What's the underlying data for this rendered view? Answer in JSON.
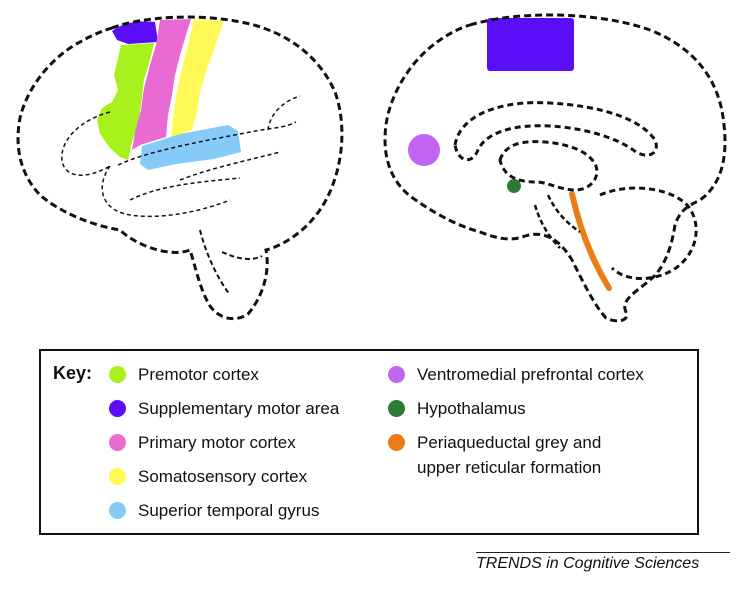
{
  "colors": {
    "premotor": "#a9f11c",
    "supplementary": "#5a0ef7",
    "primary_motor": "#e96ad3",
    "somatosensory": "#fff955",
    "superior_temporal": "#86cbf8",
    "ventromedial": "#c066f1",
    "hypothalamus": "#2d7b36",
    "periaqueductal": "#ea7d16",
    "outline": "#111111"
  },
  "key": {
    "title": "Key:",
    "items": [
      {
        "id": "premotor",
        "label": "Premotor cortex",
        "color": "#a9f11c"
      },
      {
        "id": "supplementary",
        "label": "Supplementary motor area",
        "color": "#5a0ef7"
      },
      {
        "id": "primary_motor",
        "label": "Primary motor cortex",
        "color": "#e96ad3"
      },
      {
        "id": "somatosensory",
        "label": "Somatosensory cortex",
        "color": "#fff955"
      },
      {
        "id": "superior_temporal",
        "label": "Superior temporal gyrus",
        "color": "#86cbf8"
      },
      {
        "id": "ventromedial",
        "label": "Ventromedial prefrontal cortex",
        "color": "#c066f1"
      },
      {
        "id": "hypothalamus",
        "label": "Hypothalamus",
        "color": "#2d7b36"
      },
      {
        "id": "periaqueductal",
        "label_line1": "Periaqueductal grey and",
        "label_line2": "upper reticular formation",
        "color": "#ea7d16"
      }
    ]
  },
  "footer": {
    "journal": "TRENDS in Cognitive Sciences"
  }
}
